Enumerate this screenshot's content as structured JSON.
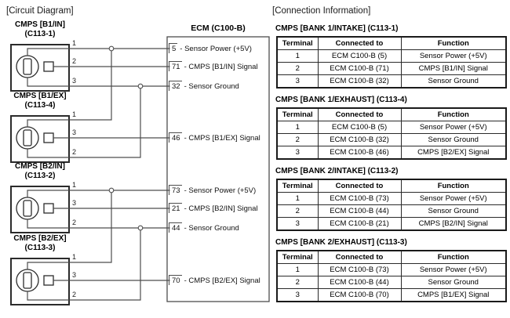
{
  "circuit": {
    "section_title": "[Circuit Diagram]",
    "ecm": {
      "title": "ECM (C100-B)",
      "pins": [
        {
          "pin": "5",
          "text": "- Sensor Power (+5V)"
        },
        {
          "pin": "71",
          "text": "- CMPS [B1/IN] Signal"
        },
        {
          "pin": "32",
          "text": "- Sensor Ground"
        },
        {
          "pin": "46",
          "text": "- CMPS [B1/EX] Signal"
        },
        {
          "pin": "73",
          "text": "- Sensor Power (+5V)"
        },
        {
          "pin": "21",
          "text": "- CMPS [B2/IN] Signal"
        },
        {
          "pin": "44",
          "text": "- Sensor Ground"
        },
        {
          "pin": "70",
          "text": "- CMPS [B2/EX] Signal"
        }
      ]
    },
    "sensors": [
      {
        "name": "CMPS [B1/IN]",
        "connector": "(C113-1)",
        "pins": [
          "1",
          "2",
          "3"
        ]
      },
      {
        "name": "CMPS [B1/EX]",
        "connector": "(C113-4)",
        "pins": [
          "1",
          "3",
          "2"
        ]
      },
      {
        "name": "CMPS [B2/IN]",
        "connector": "(C113-2)",
        "pins": [
          "1",
          "3",
          "2"
        ]
      },
      {
        "name": "CMPS [B2/EX]",
        "connector": "(C113-3)",
        "pins": [
          "1",
          "3",
          "2"
        ]
      }
    ]
  },
  "connection": {
    "section_title": "[Connection Information]",
    "tables": [
      {
        "title": "CMPS [BANK 1/INTAKE] (C113-1)",
        "headers": [
          "Terminal",
          "Connected to",
          "Function"
        ],
        "rows": [
          [
            "1",
            "ECM C100-B (5)",
            "Sensor Power (+5V)"
          ],
          [
            "2",
            "ECM C100-B (71)",
            "CMPS [B1/IN] Signal"
          ],
          [
            "3",
            "ECM C100-B (32)",
            "Sensor Ground"
          ]
        ]
      },
      {
        "title": "CMPS [BANK 1/EXHAUST] (C113-4)",
        "headers": [
          "Terminal",
          "Connected to",
          "Function"
        ],
        "rows": [
          [
            "1",
            "ECM C100-B (5)",
            "Sensor Power (+5V)"
          ],
          [
            "2",
            "ECM C100-B (32)",
            "Sensor Ground"
          ],
          [
            "3",
            "ECM C100-B (46)",
            "CMPS [B2/EX] Signal"
          ]
        ]
      },
      {
        "title": "CMPS [BANK 2/INTAKE] (C113-2)",
        "headers": [
          "Terminal",
          "Connected to",
          "Function"
        ],
        "rows": [
          [
            "1",
            "ECM C100-B (73)",
            "Sensor Power (+5V)"
          ],
          [
            "2",
            "ECM C100-B (44)",
            "Sensor Ground"
          ],
          [
            "3",
            "ECM C100-B (21)",
            "CMPS [B2/IN] Signal"
          ]
        ]
      },
      {
        "title": "CMPS [BANK 2/EXHAUST] (C113-3)",
        "headers": [
          "Terminal",
          "Connected to",
          "Function"
        ],
        "rows": [
          [
            "1",
            "ECM C100-B (73)",
            "Sensor Power (+5V)"
          ],
          [
            "2",
            "ECM C100-B (44)",
            "Sensor Ground"
          ],
          [
            "3",
            "ECM C100-B (70)",
            "CMPS [B1/EX] Signal"
          ]
        ]
      }
    ]
  },
  "colors": {
    "wire": "#4d4d4d",
    "box": "#2b2b2b",
    "table_border": "#1a1a1a",
    "background": "#ffffff"
  }
}
